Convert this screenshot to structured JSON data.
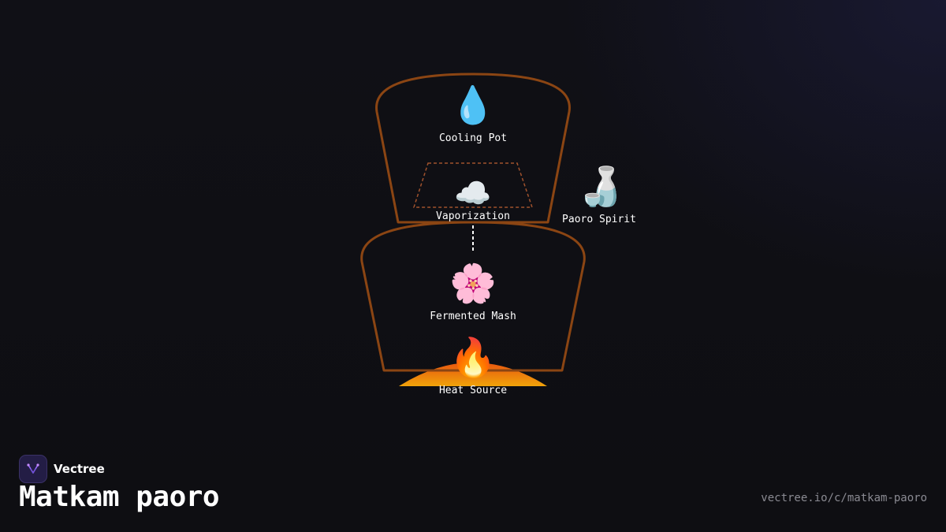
{
  "diagram": {
    "nodes": [
      {
        "id": "cooling-pot",
        "label": "Cooling Pot",
        "icon": "water-drop-icon",
        "glyph": "💧"
      },
      {
        "id": "vaporization",
        "label": "Vaporization",
        "icon": "cloud-icon",
        "glyph": "☁️"
      },
      {
        "id": "paoro-spirit",
        "label": "Paoro Spirit",
        "icon": "sake-bottle-icon",
        "glyph": "🍶"
      },
      {
        "id": "fermented-mash",
        "label": "Fermented Mash",
        "icon": "blossom-icon",
        "glyph": "🌸"
      },
      {
        "id": "heat-source",
        "label": "Heat Source",
        "icon": "fire-icon",
        "glyph": "🔥"
      }
    ],
    "colors": {
      "vessel_outline": "#8b4513",
      "vapor_dash": "#a0522d",
      "connector": "#ffffff",
      "flame_top": "#e8560f",
      "flame_bottom": "#f0a30a"
    }
  },
  "footer": {
    "brand_name": "Vectree",
    "brand_icon": "vectree-logo-icon",
    "title": "Matkam paoro",
    "url": "vectree.io/c/matkam-paoro"
  }
}
